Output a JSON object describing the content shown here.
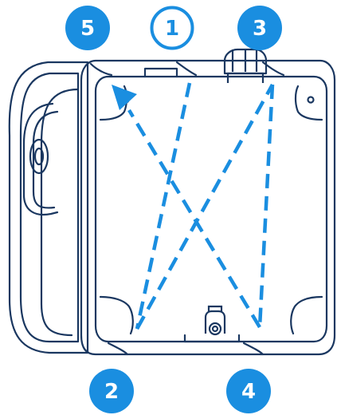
{
  "colors": {
    "outline": "#1a3760",
    "accent": "#1a8ee0",
    "badge_text_on_fill": "#ffffff",
    "background": "#ffffff"
  },
  "steps": [
    {
      "number": "5",
      "style": "filled"
    },
    {
      "number": "1",
      "style": "outlined"
    },
    {
      "number": "3",
      "style": "filled"
    },
    {
      "number": "2",
      "style": "filled"
    },
    {
      "number": "4",
      "style": "filled"
    }
  ],
  "tightening_order": [
    "1",
    "2",
    "3",
    "4",
    "5"
  ]
}
